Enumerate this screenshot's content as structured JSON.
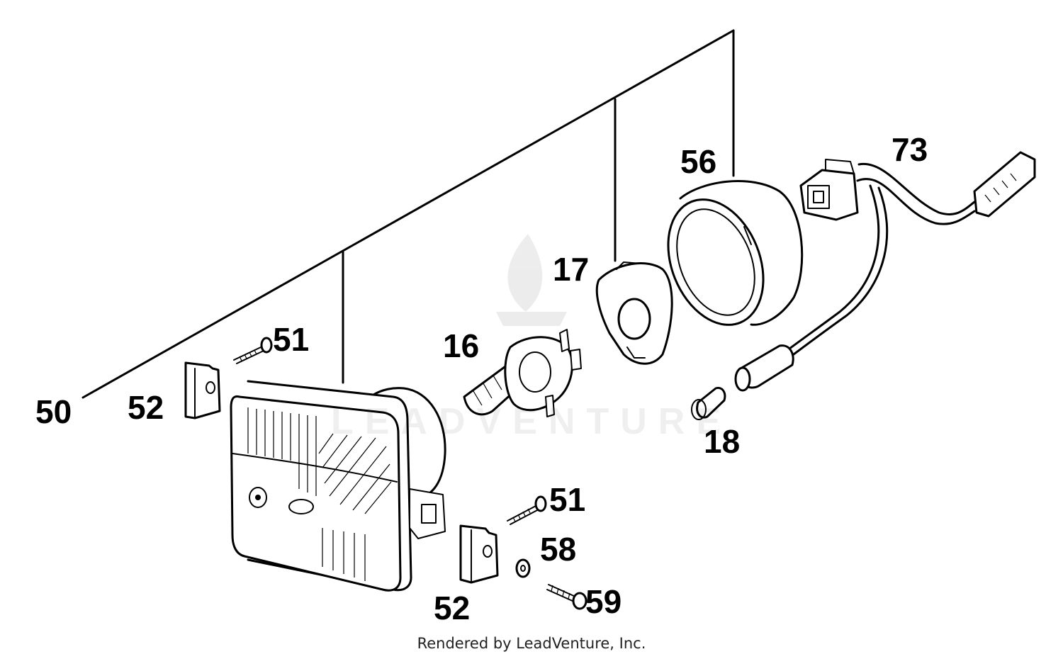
{
  "callouts": {
    "l50": "50",
    "l52a": "52",
    "l51a": "51",
    "l16": "16",
    "l17": "17",
    "l56": "56",
    "l73": "73",
    "l18": "18",
    "l51b": "51",
    "l58": "58",
    "l52b": "52",
    "l59": "59"
  },
  "watermark": "LEADVENTURE",
  "credit": "Rendered by LeadVenture, Inc."
}
